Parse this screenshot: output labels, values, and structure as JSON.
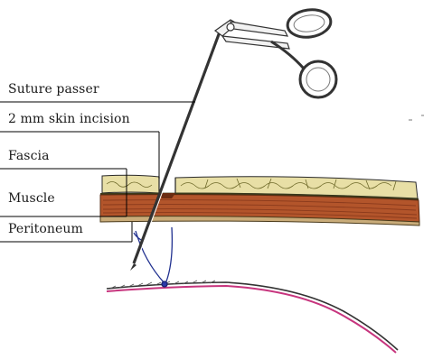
{
  "labels": {
    "suture_passer": "Suture passer",
    "skin_incision": "2 mm skin incision",
    "fascia": "Fascia",
    "muscle": "Muscle",
    "peritoneum": "Peritoneum"
  },
  "colors": {
    "fascia_fill": "#e8dfa6",
    "fascia_cell_lines": "#6f6a2a",
    "muscle_fill": "#b3552b",
    "muscle_stripe": "#8a3a1c",
    "peritoneum_fill": "#c9ac7a",
    "suture_knot": "#2b3aa8",
    "bowel_edge": "#c7357e",
    "instrument": "#333333",
    "leader_lines": "#000000"
  }
}
